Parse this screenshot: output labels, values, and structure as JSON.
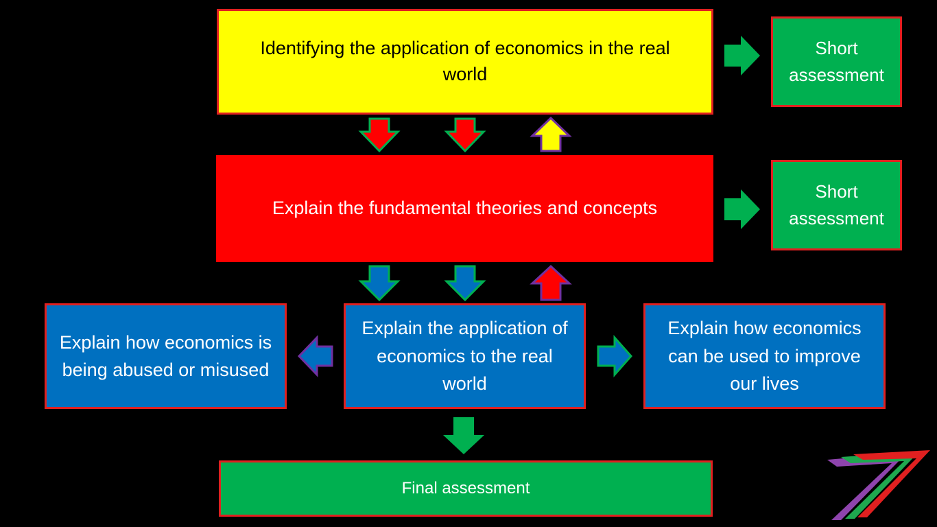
{
  "boxes": {
    "top": "Identifying the application of economics in the real world",
    "middle": "Explain the fundamental theories and concepts",
    "short_1": "Short assessment",
    "short_2": "Short assessment",
    "left": "Explain how economics is being abused or misused",
    "center": "Explain the application of economics to the real world",
    "right": "Explain how economics can be used to improve our lives",
    "final": "Final assessment"
  },
  "colors": {
    "background": "#000000",
    "yellow": "#ffff00",
    "red": "#ff0000",
    "blue": "#0070c0",
    "green": "#00b050",
    "purple": "#7030a0",
    "border_red": "#e02020"
  },
  "logo": {
    "icon": "stripes-seven-logo"
  }
}
